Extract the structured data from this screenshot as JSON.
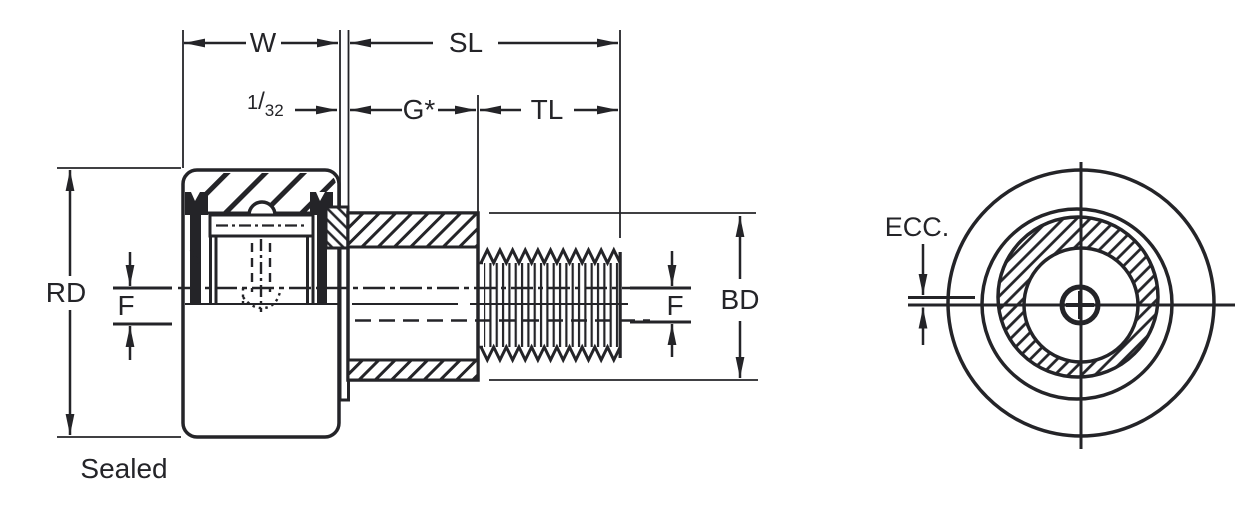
{
  "colors": {
    "ink": "#242428",
    "paper": "#ffffff"
  },
  "side_view": {
    "caption": "Sealed",
    "dims": {
      "width": "W",
      "stud_length": "SL",
      "gap_parts": [
        "1",
        "/",
        "32"
      ],
      "g": "G*",
      "thread_length": "TL",
      "roller_diameter": "RD",
      "f_left": "F",
      "f_right": "F",
      "bushing_diameter": "BD"
    }
  },
  "end_view": {
    "dims": {
      "eccentricity": "ECC."
    }
  }
}
